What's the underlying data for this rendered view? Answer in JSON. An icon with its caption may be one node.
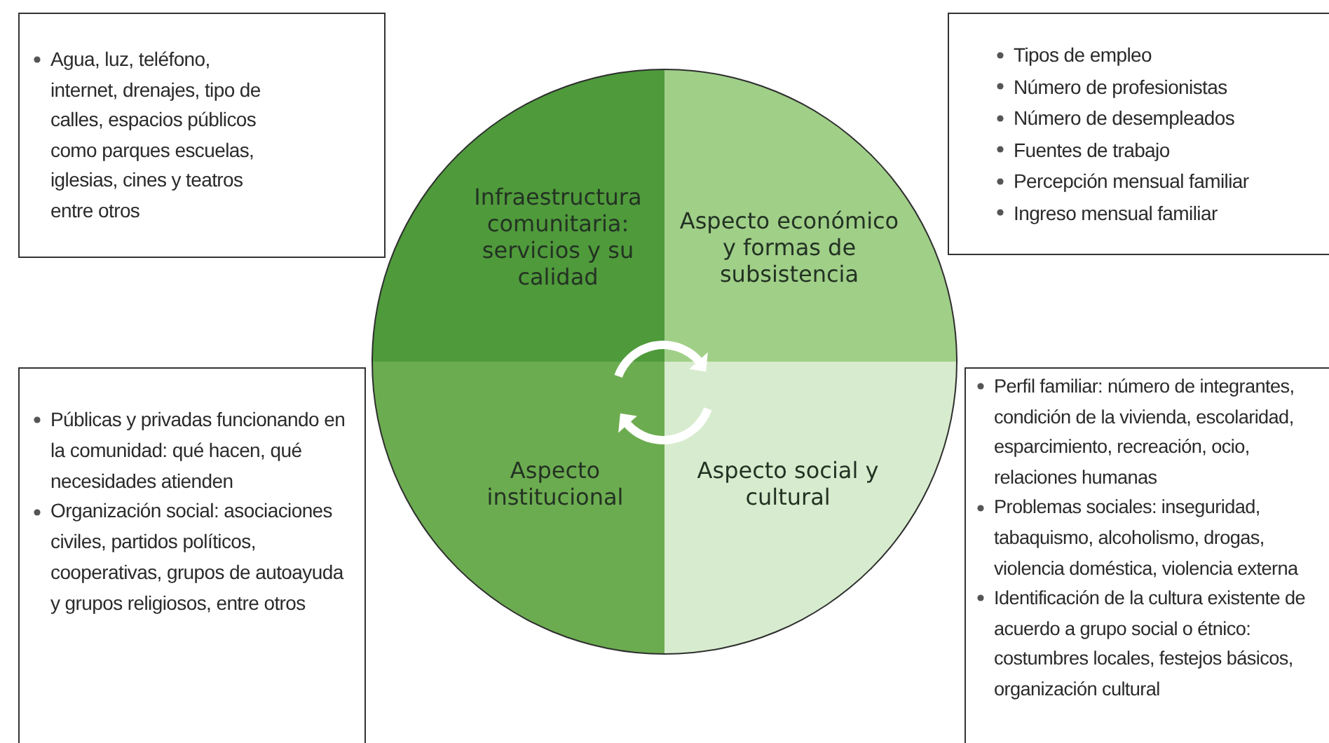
{
  "diagram": {
    "nodes": [
      {
        "text": [
          "Agua, luz, teléfono, internet, drenajes, tipo de calles, espacios públicos como parques escuelas, iglesias, cines y teatros entre otros"
        ]
      },
      {
        "text": [
          "Infraestructura comunitaria: servicios y su calidad"
        ]
      },
      {
        "text": [
          "Aspecto económico y formas de subsistencia"
        ]
      },
      {
        "text": [
          "Tipos de empleo",
          "Número de profesionistas",
          "Número de desempleados",
          "Fuentes de trabajo",
          "Percepción mensual familiar",
          "Ingreso mensual familiar"
        ]
      },
      {
        "text": [
          "Públicas y privadas funcionando en la comunidad: qué hacen, qué necesidades atienden",
          "Organización social: asociaciones civiles, partidos políticos, cooperativas, grupos de autoayuda y grupos religiosos, entre otros"
        ]
      },
      {
        "text": [
          "Aspecto institucional"
        ]
      },
      {
        "text": [
          "Aspecto social y cultural"
        ]
      },
      {
        "text": [
          "Perfil familiar: número de integrantes, condición de la vivienda, escolaridad, esparcimiento, recreación, ocio, relaciones humanas",
          "Problemas sociales: inseguridad, tabaquismo, alcoholismo, drogas, violencia doméstica, violencia externa",
          "Identificación de la cultura existente de acuerdo a grupo social o étnico: costumbres locales, festejos básicos, organización cultural"
        ]
      }
    ]
  }
}
